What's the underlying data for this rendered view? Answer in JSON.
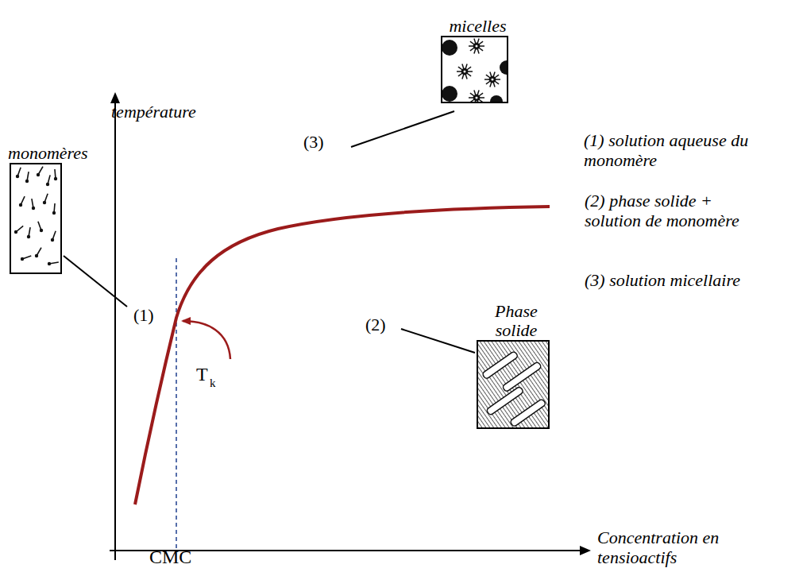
{
  "diagram": {
    "nodes": [
      {
        "text": [
          "monomères"
        ]
      },
      {
        "text": [
          "micelles"
        ]
      },
      {
        "text": [
          "Phase solide"
        ]
      }
    ],
    "labels": [
      "température",
      "(1)",
      "T",
      "k",
      "CMC",
      "(3)",
      "(2)",
      "(1) solution aqueuse du monomère",
      "(2) phase solide + solution de monomère",
      "(3) solution micellaire",
      "Concentration en tensioactifs"
    ]
  }
}
